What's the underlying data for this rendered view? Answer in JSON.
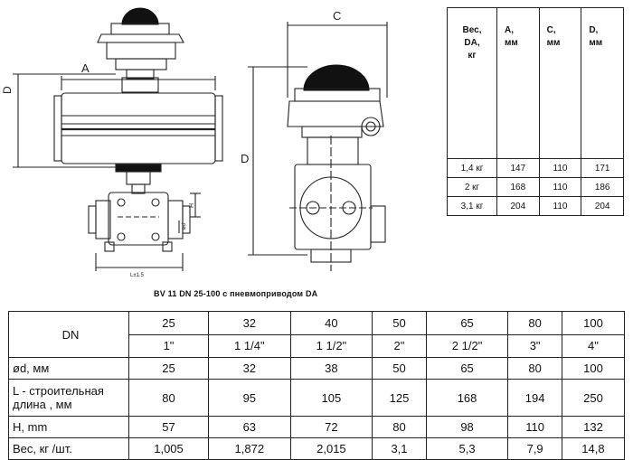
{
  "caption": "BV 11 DN 25-100 с пневмоприводом DA",
  "drawing_labels": {
    "front_a": "A",
    "front_d": "D",
    "front_h": "H",
    "front_od": "ød",
    "front_l": "L±1.5",
    "side_c": "C",
    "side_d": "D"
  },
  "weight_table": {
    "headers": [
      [
        "Вес,",
        "DA,",
        "кг"
      ],
      [
        "A,",
        "мм"
      ],
      [
        "C,",
        "мм"
      ],
      [
        "D,",
        "мм"
      ]
    ],
    "rows": [
      [
        "1,4 кг",
        "147",
        "110",
        "171"
      ],
      [
        "2 кг",
        "168",
        "110",
        "186"
      ],
      [
        "3,1 кг",
        "204",
        "110",
        "204"
      ]
    ]
  },
  "dims_table": {
    "header_label": "DN",
    "columns": [
      {
        "dn": "25",
        "inch": "1\""
      },
      {
        "dn": "32",
        "inch": "1 1/4\""
      },
      {
        "dn": "40",
        "inch": "1 1/2\""
      },
      {
        "dn": "50",
        "inch": "2\""
      },
      {
        "dn": "65",
        "inch": "2 1/2\""
      },
      {
        "dn": "80",
        "inch": "3\""
      },
      {
        "dn": "100",
        "inch": "4\""
      }
    ],
    "rows": [
      {
        "label": "ød, мм",
        "values": [
          "25",
          "32",
          "38",
          "50",
          "65",
          "80",
          "100"
        ]
      },
      {
        "label": "L - строительная длина , мм",
        "values": [
          "80",
          "95",
          "105",
          "125",
          "168",
          "194",
          "250"
        ]
      },
      {
        "label": "H, mm",
        "values": [
          "57",
          "63",
          "72",
          "80",
          "98",
          "110",
          "132"
        ]
      },
      {
        "label": "Вес, кг /шт.",
        "values": [
          "1,005",
          "1,872",
          "2,015",
          "3,1",
          "5,3",
          "7,9",
          "14,8"
        ]
      }
    ]
  }
}
